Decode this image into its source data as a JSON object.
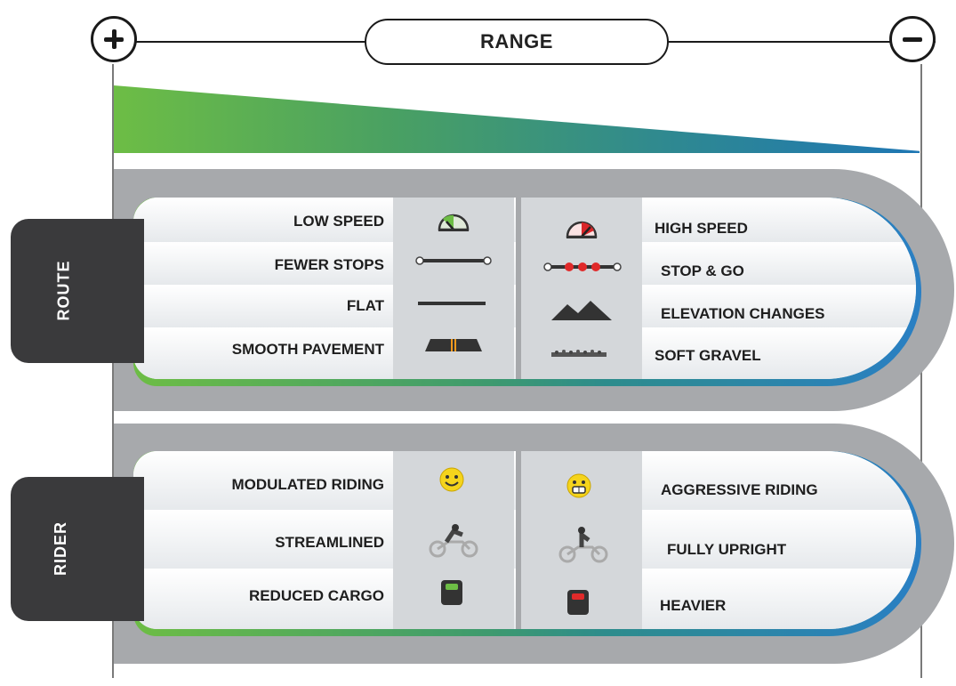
{
  "header": {
    "title": "RANGE",
    "plus_symbol": "+",
    "minus_symbol": "−"
  },
  "colors": {
    "green": "#6dbd45",
    "blue": "#1f77b4",
    "dark_tab": "#3a3a3c",
    "panel_gray": "#a7a9ac"
  },
  "route": {
    "tab_label": "ROUTE",
    "rows": [
      {
        "left_label": "LOW SPEED",
        "left_icon": "low-speedometer-icon",
        "right_label": "HIGH SPEED",
        "right_icon": "high-speedometer-icon"
      },
      {
        "left_label": "FEWER STOPS",
        "left_icon": "few-stops-line-icon",
        "right_label": "STOP & GO",
        "right_icon": "stop-and-go-icon"
      },
      {
        "left_label": "FLAT",
        "left_icon": "flat-line-icon",
        "right_label": "ELEVATION CHANGES",
        "right_icon": "mountains-icon"
      },
      {
        "left_label": "SMOOTH PAVEMENT",
        "left_icon": "pavement-icon",
        "right_label": "SOFT GRAVEL",
        "right_icon": "gravel-icon"
      }
    ]
  },
  "rider": {
    "tab_label": "RIDER",
    "rows": [
      {
        "left_label": "MODULATED RIDING",
        "left_icon": "smiley-icon",
        "right_label": "AGGRESSIVE RIDING",
        "right_icon": "grimace-icon"
      },
      {
        "left_label": "STREAMLINED",
        "left_icon": "tucked-rider-icon",
        "right_label": "FULLY UPRIGHT",
        "right_icon": "upright-rider-icon"
      },
      {
        "left_label": "REDUCED CARGO",
        "left_icon": "light-scale-icon",
        "right_label": "HEAVIER",
        "right_icon": "heavy-scale-icon"
      }
    ]
  }
}
